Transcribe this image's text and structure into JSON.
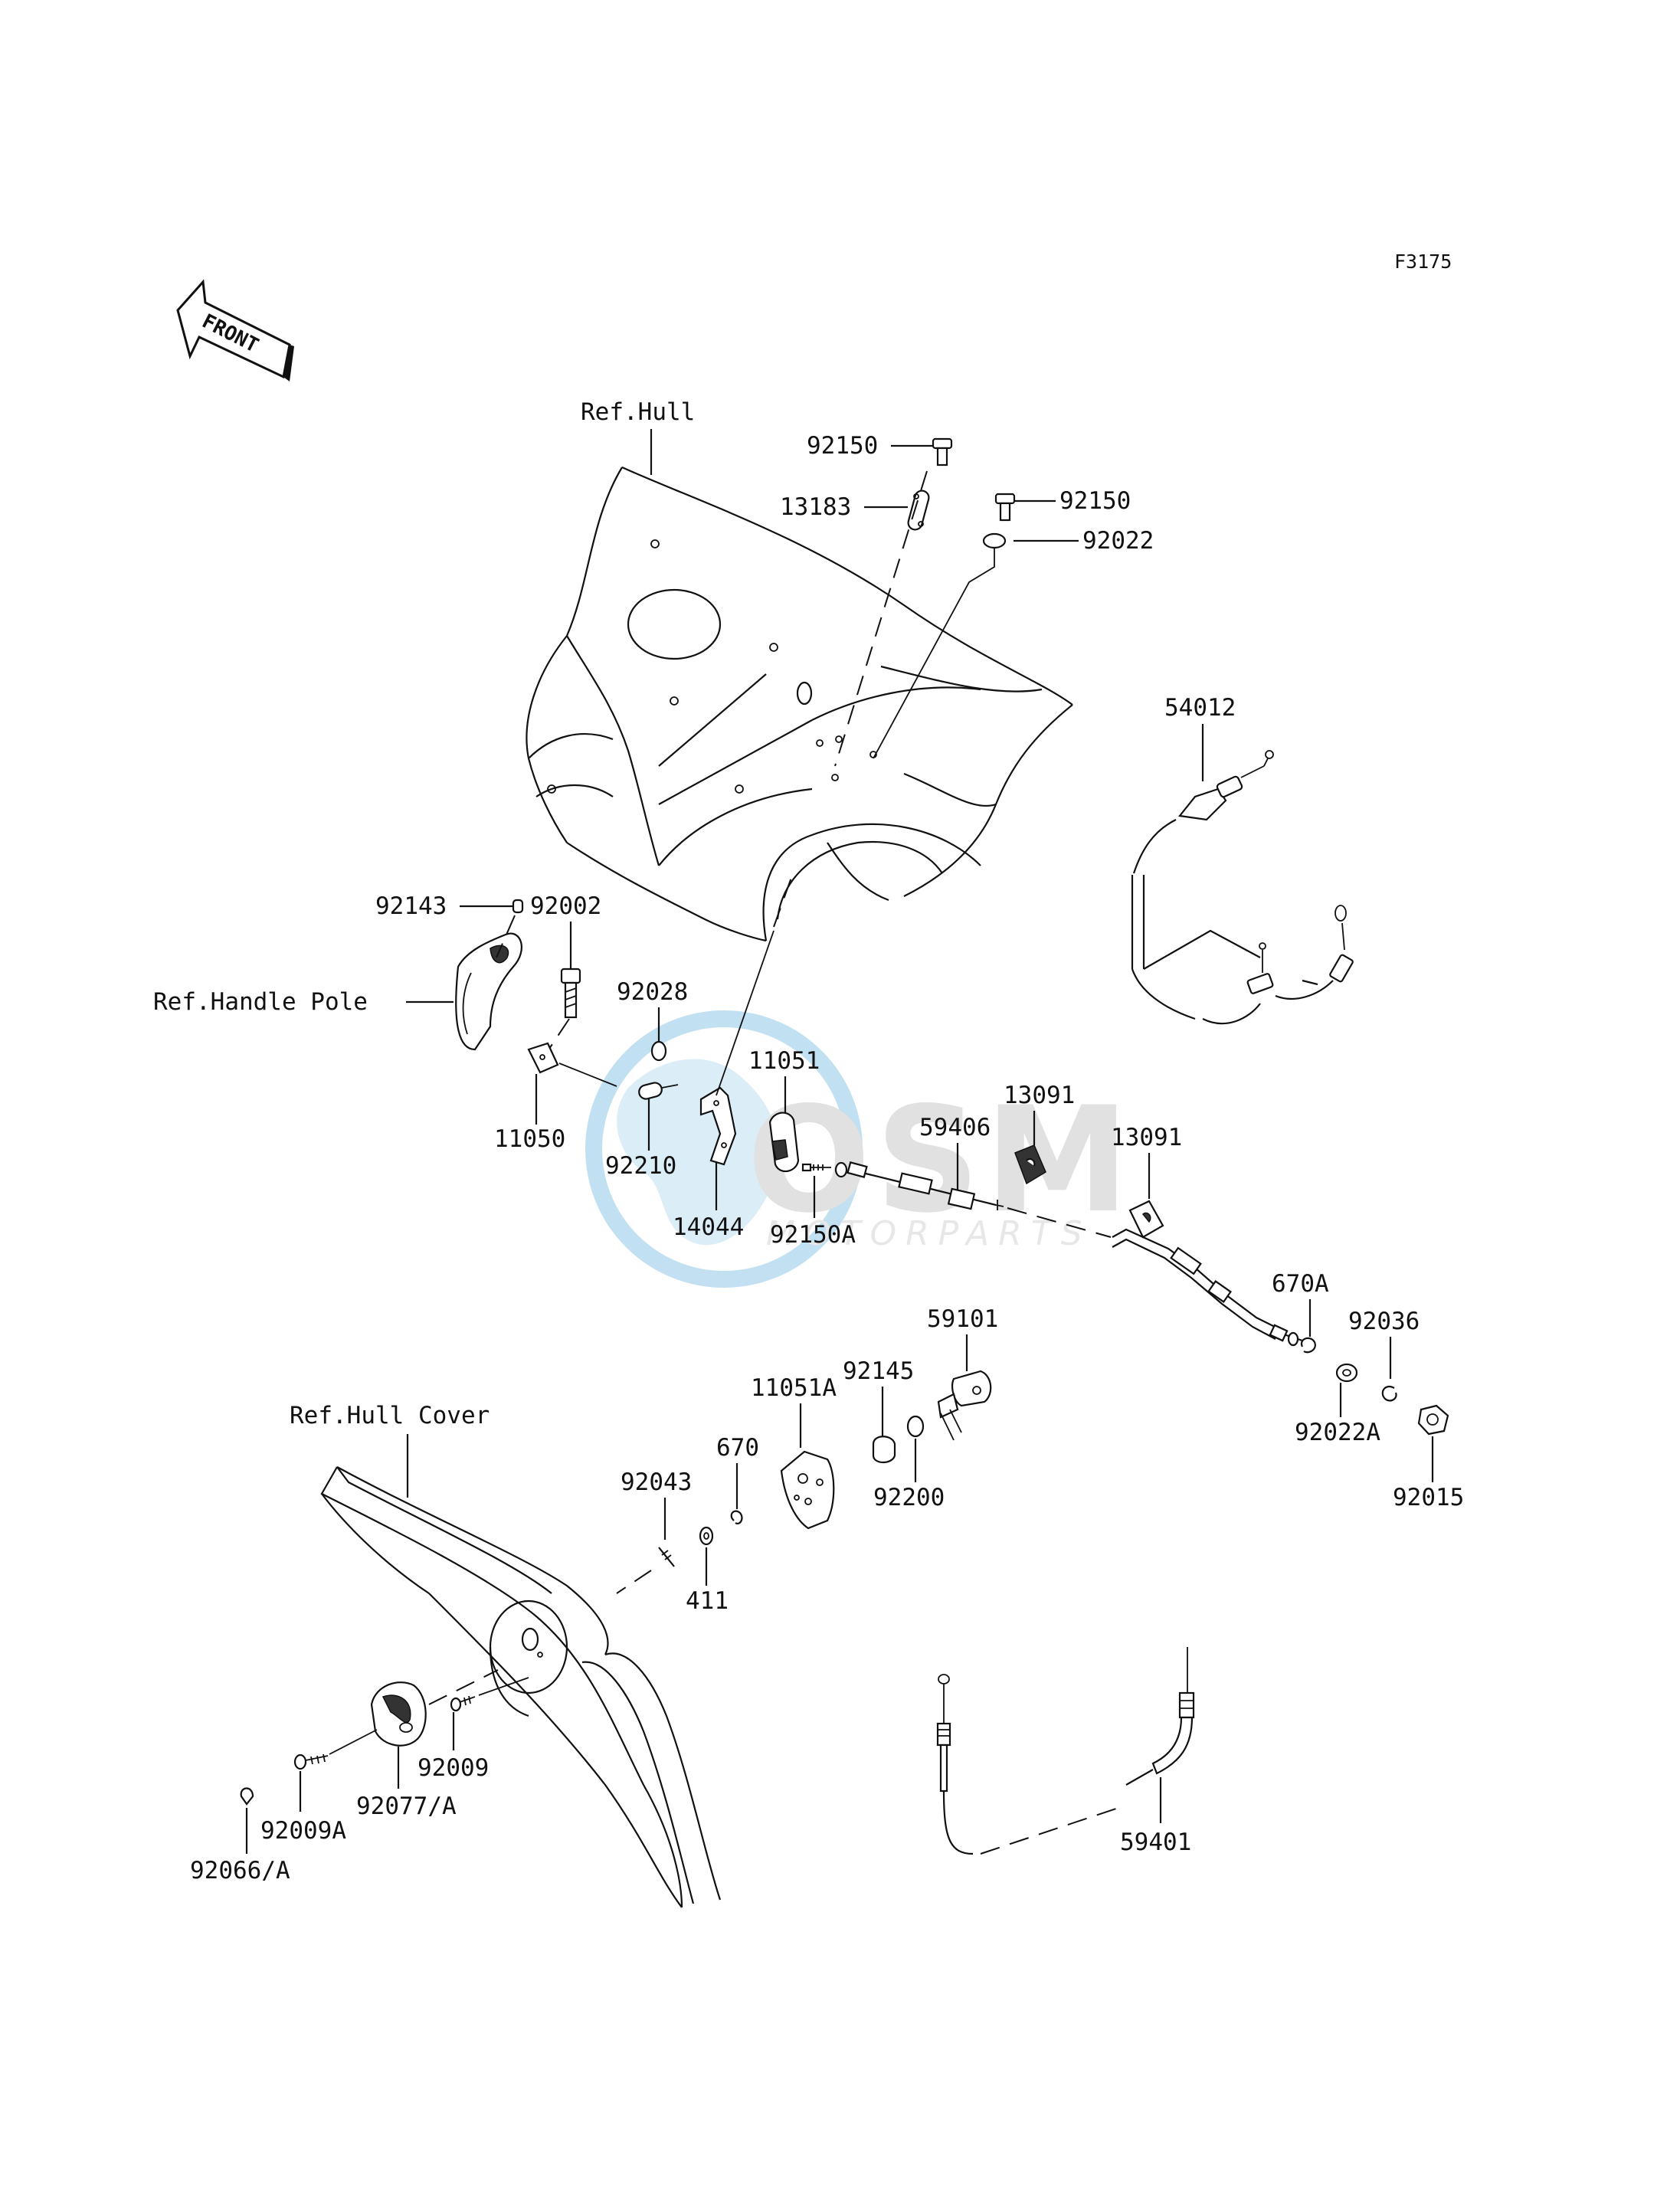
{
  "diagram_code": "F3175",
  "front_arrow": {
    "text": "FRONT",
    "icon": "front-direction-arrow-icon"
  },
  "references": {
    "hull": "Ref.Hull",
    "handle_pole": "Ref.Handle Pole",
    "hull_cover": "Ref.Hull Cover"
  },
  "parts": {
    "p92150_top": "92150",
    "p13183": "13183",
    "p92150_right": "92150",
    "p92022": "92022",
    "p54012": "54012",
    "p92143": "92143",
    "p92002": "92002",
    "p92028": "92028",
    "p11050": "11050",
    "p92210": "92210",
    "p14044": "14044",
    "p11051": "11051",
    "p92150A": "92150A",
    "p59406": "59406",
    "p13091_a": "13091",
    "p13091_b": "13091",
    "p670A": "670A",
    "p92036": "92036",
    "p92022A": "92022A",
    "p92015": "92015",
    "p59101": "59101",
    "p92145": "92145",
    "p92200": "92200",
    "p11051A": "11051A",
    "p670": "670",
    "p92043": "92043",
    "p411": "411",
    "p92009": "92009",
    "p92077A": "92077/A",
    "p92009A": "92009A",
    "p92066A": "92066/A",
    "p59401": "59401"
  },
  "watermark": {
    "brand": "OSM",
    "sub": "MOTORPARTS",
    "colors": {
      "globe": "#8fc7e6",
      "letters": "#c9c9c9",
      "sub": "#d4d4d4"
    }
  }
}
